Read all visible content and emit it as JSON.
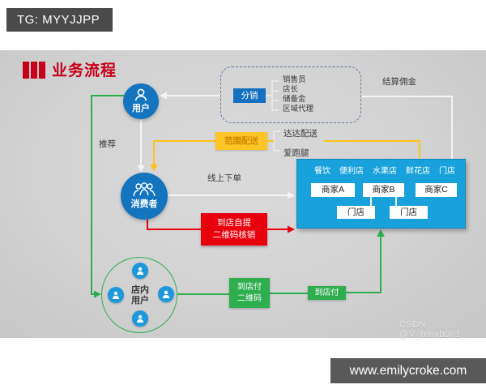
{
  "tg_badge": {
    "label": "TG: MYYJJPP"
  },
  "website_bar": {
    "label": "www.emilycroke.com"
  },
  "slide": {
    "title": "业务流程",
    "watermark": "CSDN @V_renxb001",
    "nodes": {
      "user": {
        "label": "用户"
      },
      "consumer": {
        "label": "消费者"
      },
      "instore_users": {
        "line1": "店内",
        "line2": "用户"
      },
      "distribution": {
        "label": "分销",
        "items": [
          "销售员",
          "店长",
          "储备金",
          "区域代理"
        ]
      },
      "delivery": {
        "label": "范围配送",
        "items": [
          "达达配送",
          "爱跑腿"
        ]
      },
      "merchant_panel": {
        "tabs": [
          "餐饮",
          "便利店",
          "水果店",
          "鲜花店",
          "门店"
        ],
        "merchants": [
          "商家A",
          "商家B",
          "商家C"
        ],
        "stores": [
          "门店",
          "门店"
        ]
      }
    },
    "edges": {
      "commission": "结算佣金",
      "recommend": "推荐",
      "order_online": "线上下单",
      "pickup": {
        "line1": "到店自提",
        "line2": "二维码核销"
      },
      "pay_qr": {
        "line1": "到店付",
        "line2": "二维码"
      },
      "pay": "到店付"
    },
    "colors": {
      "accent_red": "#e8000d",
      "title_red": "#c9001a",
      "node_blue": "#1474be",
      "panel_blue": "#18a1da",
      "flow_yellow": "#fec527",
      "flow_green": "#2fae50"
    }
  }
}
